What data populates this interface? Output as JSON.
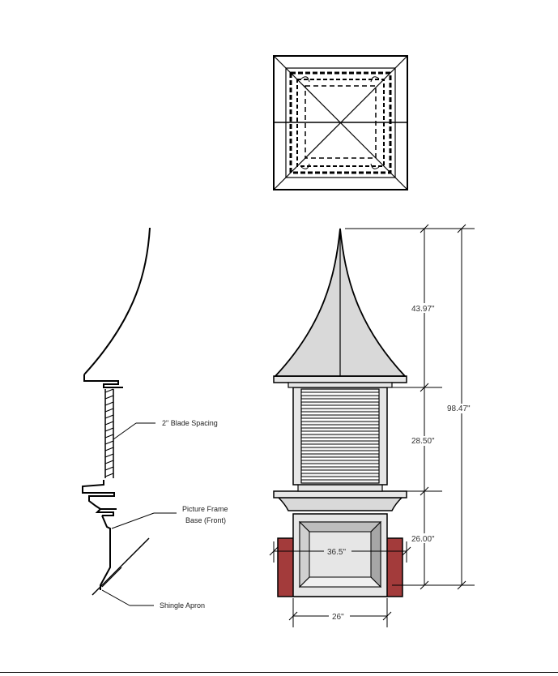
{
  "labels": {
    "blade_spacing": "2\" Blade Spacing",
    "picture_frame_line1": "Picture Frame",
    "picture_frame_line2": "Base  (Front)",
    "shingle_apron": "Shingle Apron"
  },
  "dimensions": {
    "roof_height": "43.97\"",
    "louver_height": "28.50\"",
    "base_height": "26.00\"",
    "overall_height": "98.47\"",
    "base_width_front": "36.5\"",
    "base_width_bottom": "26\""
  },
  "colors": {
    "line": "#000000",
    "roof_fill": "#d9d9d9",
    "body_fill": "#e6e6e6",
    "louver_fill": "#f2f2f2",
    "shingle_base": "#a33b3b",
    "panel_dark": "#8c8c8c"
  }
}
